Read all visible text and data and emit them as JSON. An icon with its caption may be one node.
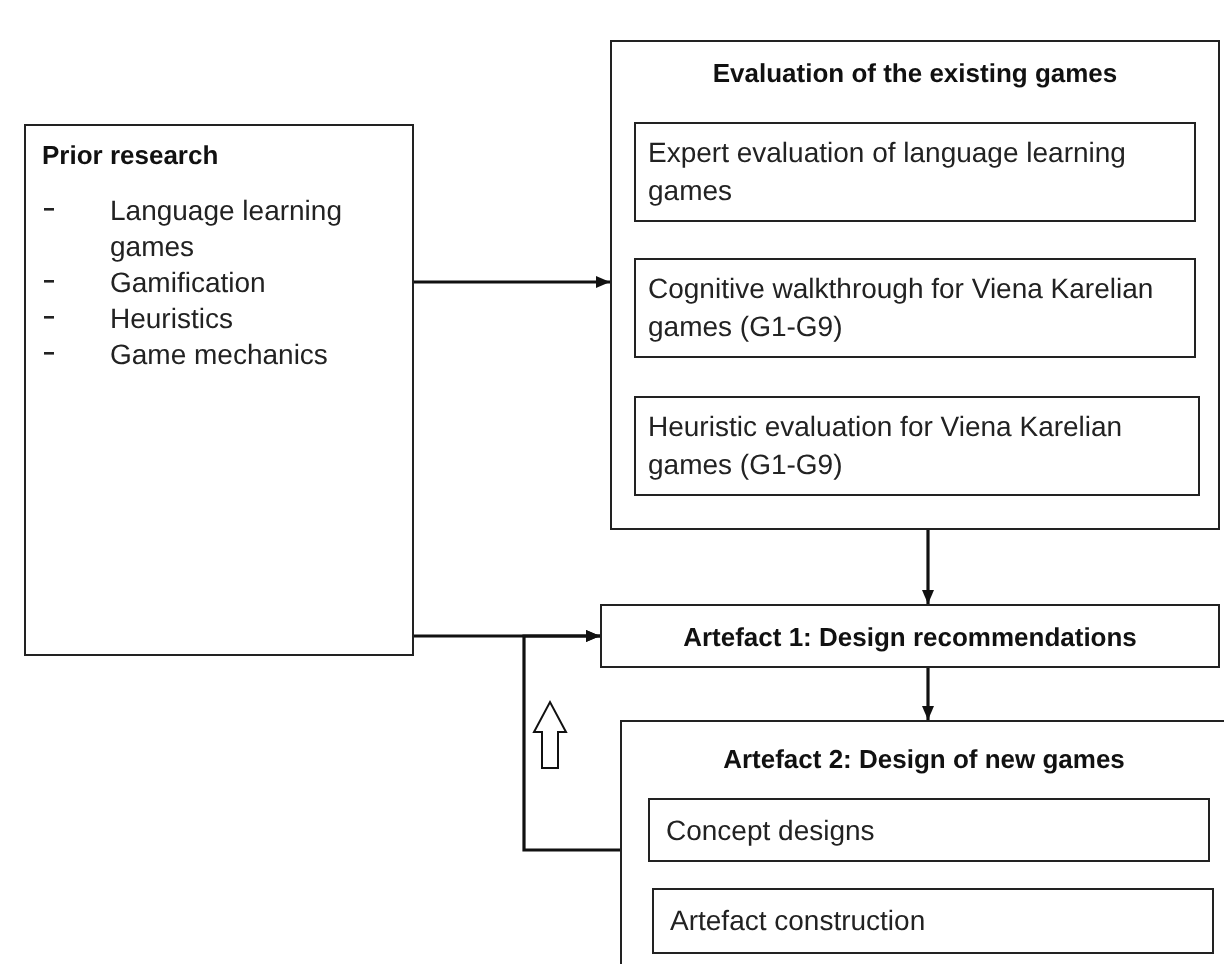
{
  "diagram": {
    "nodes": [
      {
        "text": [
          "Prior research",
          "Language learning games",
          "Gamification",
          "Heuristics",
          "Game mechanics"
        ]
      },
      {
        "text": [
          "Evaluation of the existing games"
        ]
      },
      {
        "text": [
          "Expert evaluation of language learning games"
        ],
        "in": 1
      },
      {
        "text": [
          "Cognitive walkthrough for Viena Karelian games (G1-G9)"
        ],
        "in": 1
      },
      {
        "text": [
          "Heuristic evaluation for Viena Karelian games (G1-G9)"
        ],
        "in": 1
      },
      {
        "text": [
          "Artefact 1: Design recommendations"
        ]
      },
      {
        "text": [
          "Artefact 2: Design of new games"
        ]
      },
      {
        "text": [
          "Concept designs"
        ],
        "in": 6
      },
      {
        "text": [
          "Artefact construction"
        ],
        "in": 6
      }
    ],
    "edges": [
      {
        "from": 0,
        "to": 1,
        "arrow": "to"
      },
      {
        "from": 1,
        "to": 5,
        "arrow": "to"
      },
      {
        "from": 0,
        "to": 5,
        "arrow": "to"
      },
      {
        "from": 5,
        "to": 6,
        "arrow": "to"
      },
      {
        "from": 6,
        "to": 5,
        "arrow": "to"
      }
    ]
  }
}
